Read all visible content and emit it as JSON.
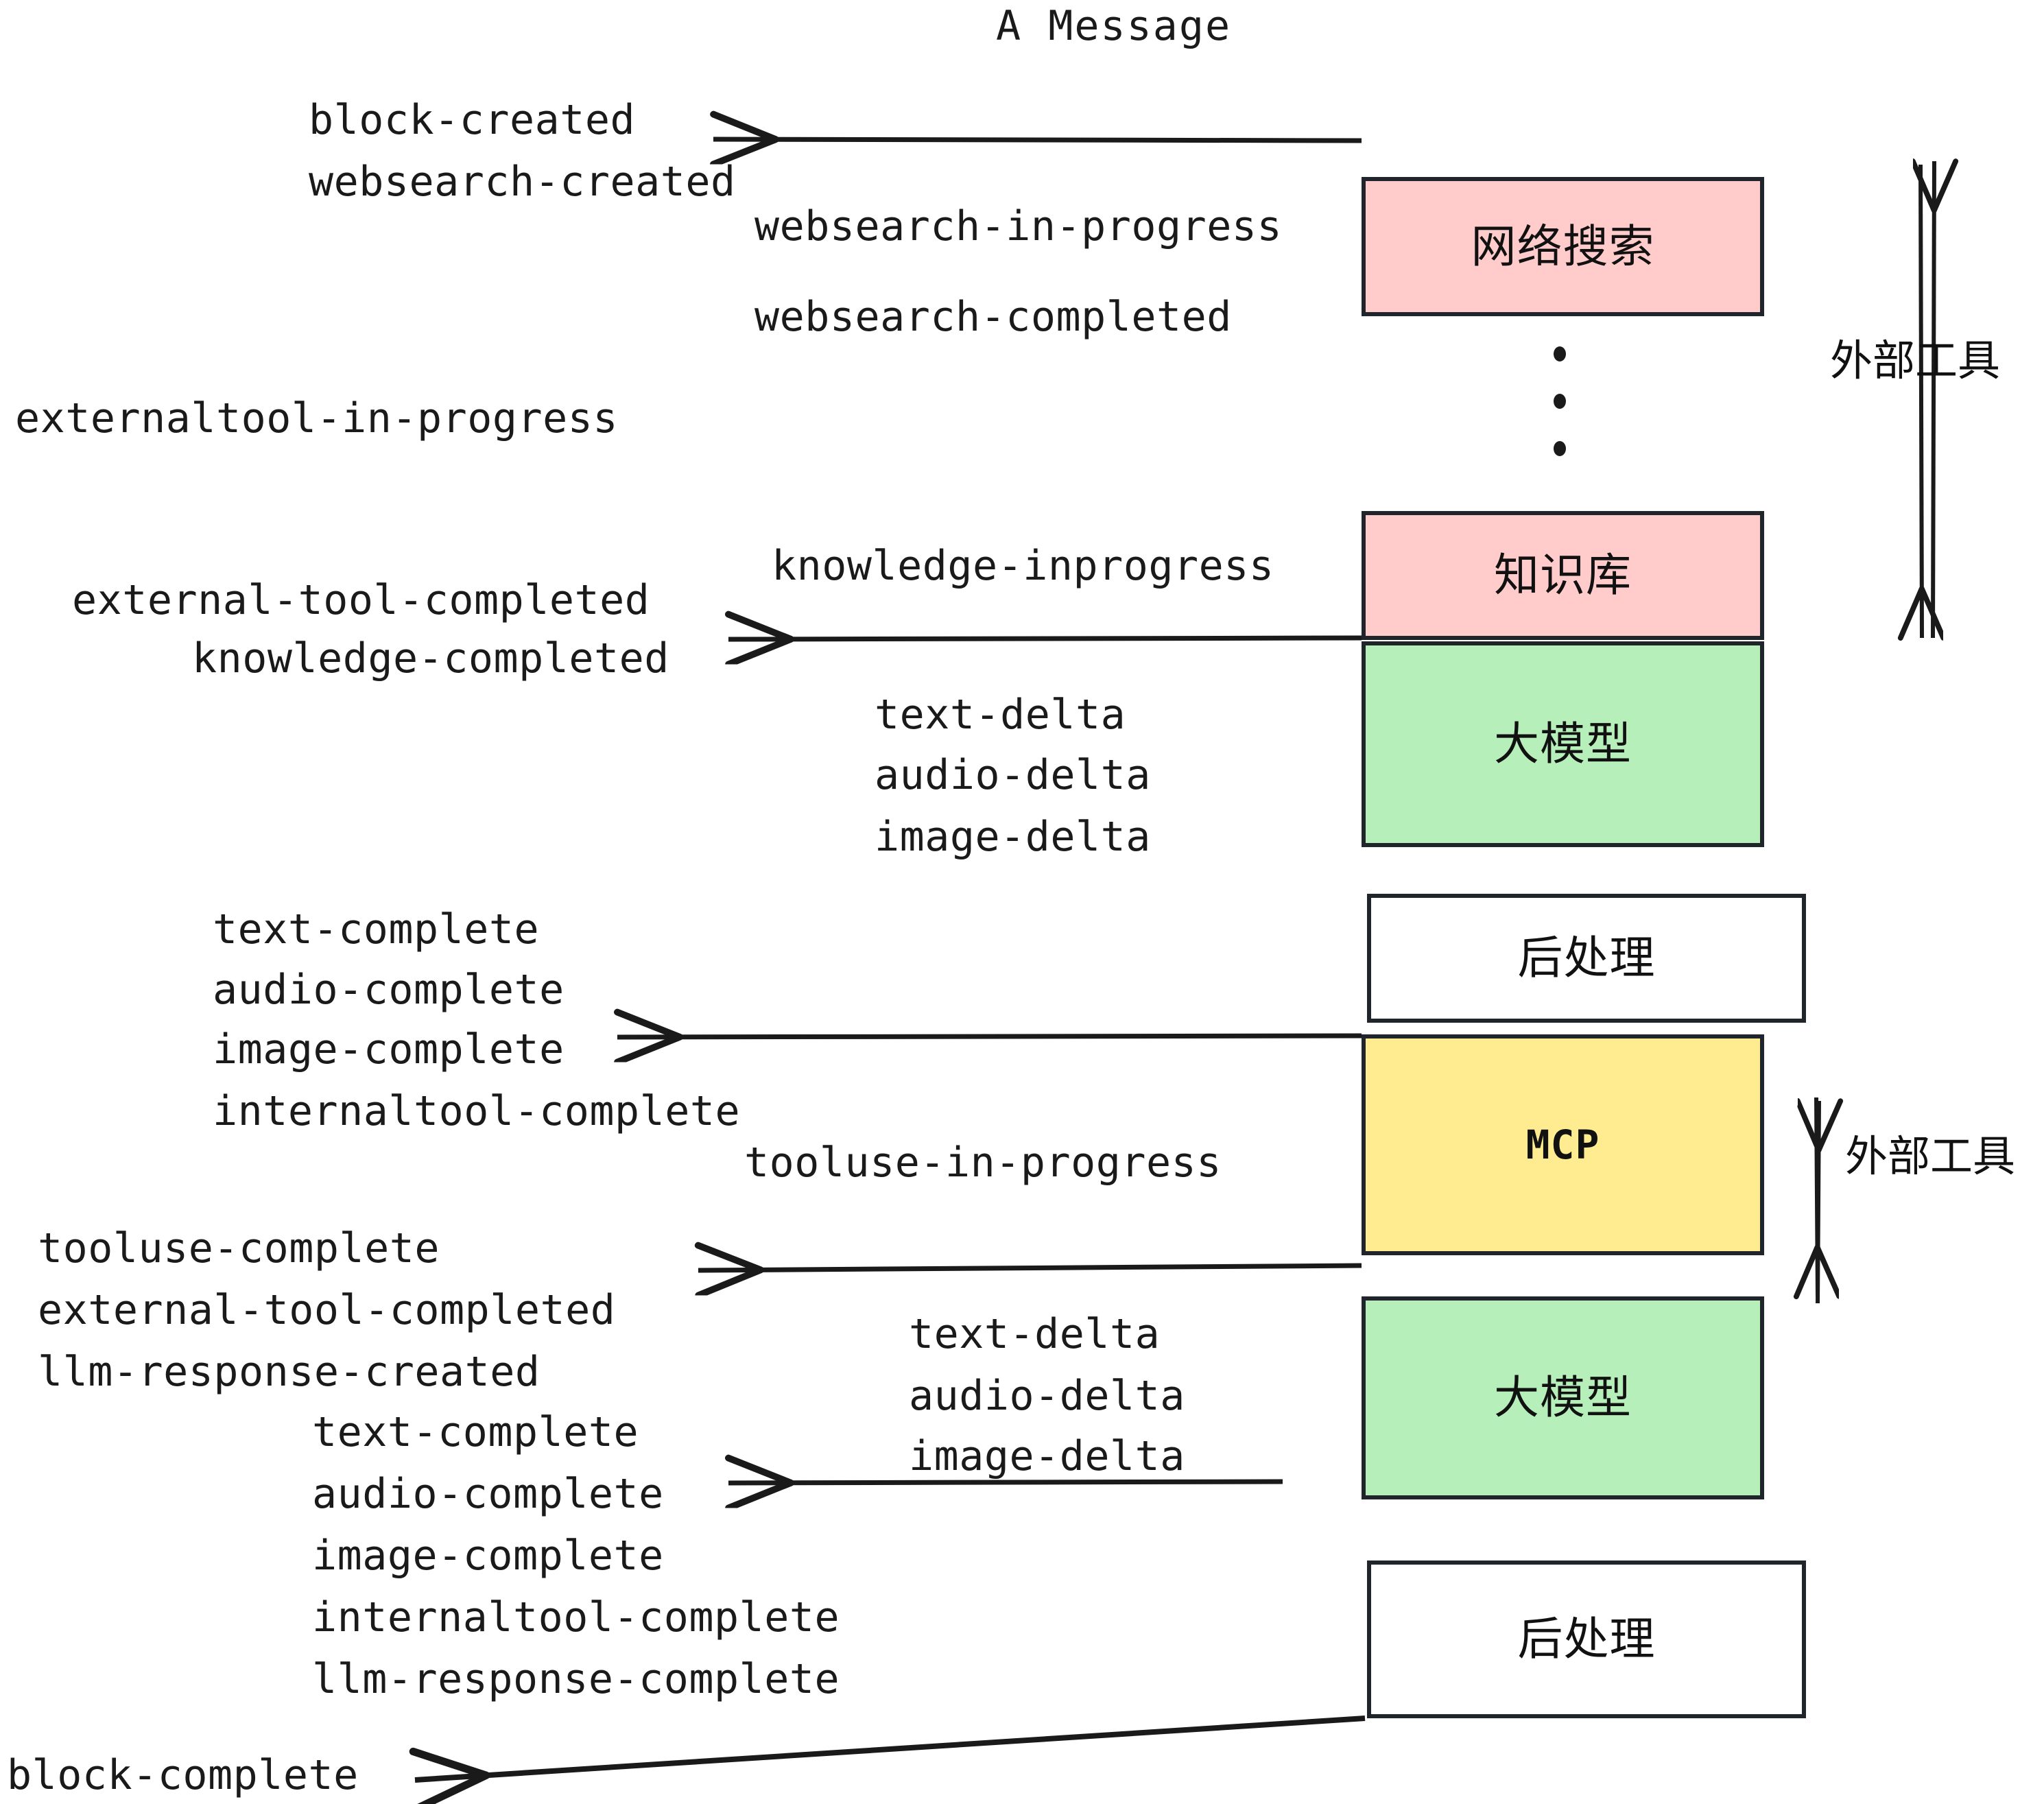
{
  "title": "A Message",
  "colors": {
    "external_tool_fill": "#FFCBCB",
    "llm_fill": "#B6EFBA",
    "mcp_fill": "#FFEC91",
    "postprocess_fill": "#FFFFFF",
    "stroke": "#20252B",
    "text": "#1A1A1A",
    "background": "#FFFFFF"
  },
  "nodes": [
    {
      "id": "websearch",
      "label": "网络搜索",
      "fill": "#FFCBCB"
    },
    {
      "id": "knowledge",
      "label": "知识库",
      "fill": "#FFCBCB"
    },
    {
      "id": "llm-1",
      "label": "大模型",
      "fill": "#B6EFBA"
    },
    {
      "id": "postprocess-1",
      "label": "后处理",
      "fill": "#FFFFFF"
    },
    {
      "id": "mcp",
      "label": "MCP",
      "fill": "#FFEC91"
    },
    {
      "id": "llm-2",
      "label": "大模型",
      "fill": "#B6EFBA"
    },
    {
      "id": "postprocess-2",
      "label": "后处理",
      "fill": "#FFFFFF"
    }
  ],
  "group_labels": [
    {
      "id": "external-tool-top",
      "text": "外部工具"
    },
    {
      "id": "external-tool-bottom",
      "text": "外部工具"
    }
  ],
  "events": {
    "block_created": "block-created",
    "websearch_created": "websearch-created",
    "websearch_in_progress": "websearch-in-progress",
    "websearch_completed": "websearch-completed",
    "externaltool_in_progress": "externaltool-in-progress",
    "knowledge_inprogress": "knowledge-inprogress",
    "external_tool_completed_1": "external-tool-completed",
    "knowledge_completed": "knowledge-completed",
    "text_delta_1": "text-delta",
    "audio_delta_1": "audio-delta",
    "image_delta_1": "image-delta",
    "text_complete_1": "text-complete",
    "audio_complete_1": "audio-complete",
    "image_complete_1": "image-complete",
    "internaltool_complete_1": "internaltool-complete",
    "tooluse_in_progress": "tooluse-in-progress",
    "tooluse_complete": "tooluse-complete",
    "external_tool_completed_2": "external-tool-completed",
    "llm_response_created": "llm-response-created",
    "text_delta_2": "text-delta",
    "audio_delta_2": "audio-delta",
    "image_delta_2": "image-delta",
    "text_complete_2": "text-complete",
    "audio_complete_2": "audio-complete",
    "image_complete_2": "image-complete",
    "internaltool_complete_2": "internaltool-complete",
    "llm_response_complete": "llm-response-complete",
    "block_complete": "block-complete"
  }
}
